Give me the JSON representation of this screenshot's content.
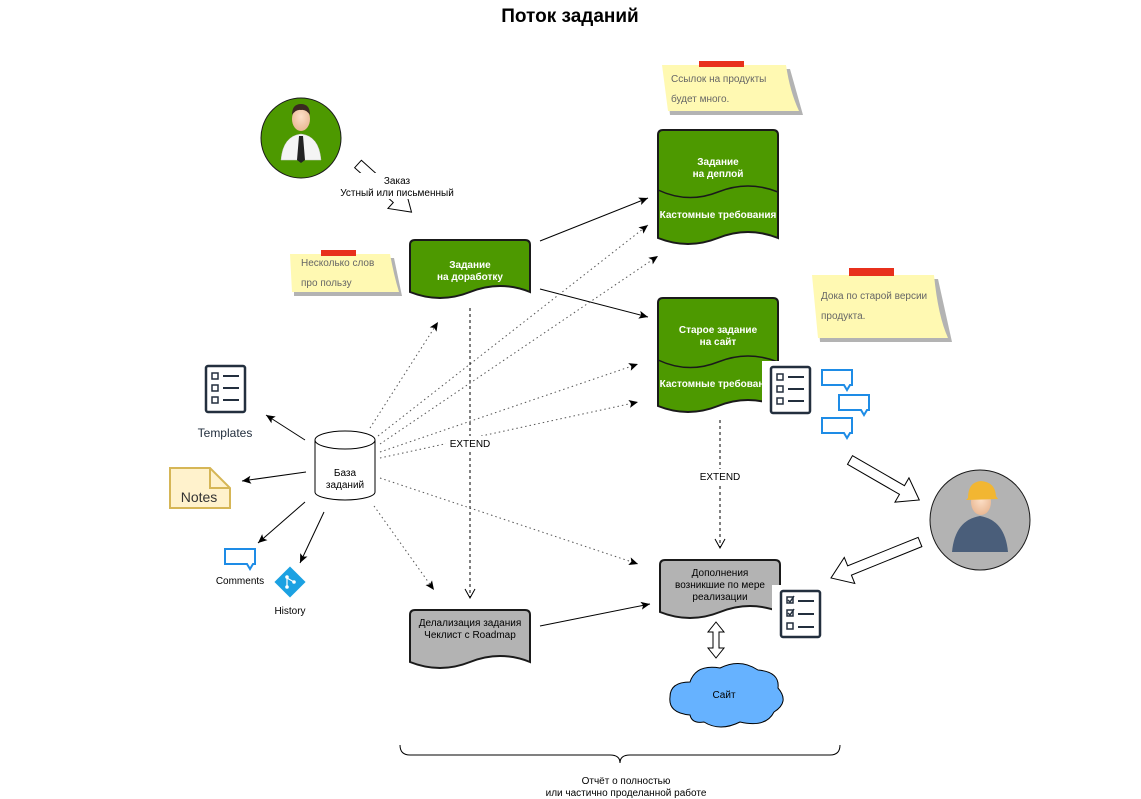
{
  "title": "Поток заданий",
  "nodes": {
    "client_label_1": "Заказ",
    "client_label_2": "Устный или письменный",
    "task_rework_1": "Задание",
    "task_rework_2": "на доработку",
    "task_deploy_1": "Задание",
    "task_deploy_2": "на деплой",
    "task_deploy_custom": "Кастомные требования",
    "old_task_1": "Старое задание",
    "old_task_2": "на сайт",
    "old_task_custom": "Кастомные требования",
    "detail_1": "Делализация задания",
    "detail_2": "Чеклист с Roadmap",
    "additions_1": "Дополнения",
    "additions_2": "возникшие по мере",
    "additions_3": "реализации",
    "site": "Сайт",
    "db_1": "База",
    "db_2": "заданий",
    "templates": "Templates",
    "notes": "Notes",
    "comments": "Comments",
    "history": "History",
    "extend_1": "EXTEND",
    "extend_2": "EXTEND",
    "report_1": "Отчёт о полностью",
    "report_2": "или частично проделанной работе"
  },
  "sticky_notes": {
    "note_words_1": "Несколько слов",
    "note_words_2": "про пользу",
    "note_links_1": "Ссылок на продукты",
    "note_links_2": "будет много.",
    "note_docs_1": "Дока по старой версии",
    "note_docs_2": "продукта."
  },
  "colors": {
    "green": "#4D9900",
    "green_stroke": "#1A1A1A",
    "gray_doc": "#B3B3B3",
    "sticky": "#FFF9B2",
    "sticky_tape": "#E8301C",
    "cloud": "#66B2FF",
    "icon_dark": "#232F3E",
    "icon_blue": "#1E8CE6",
    "git": "#1BA1E2",
    "notes_fill": "#FFF2CC",
    "notes_stroke": "#D6B656"
  }
}
